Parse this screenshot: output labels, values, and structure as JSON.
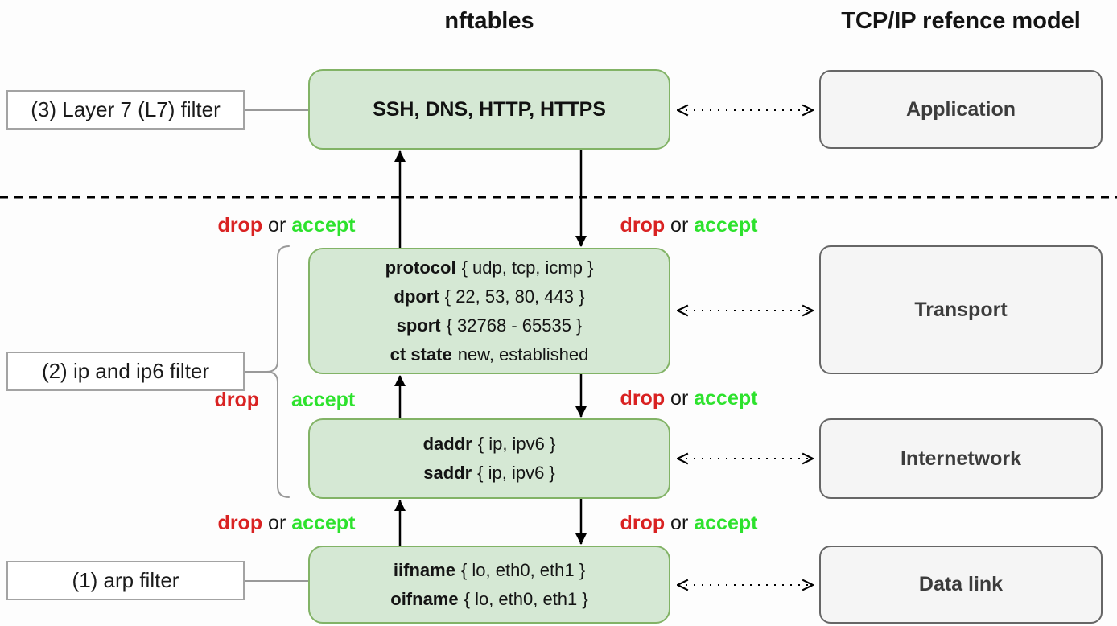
{
  "header": {
    "nftables_title": "nftables",
    "tcpip_title": "TCP/IP refence model"
  },
  "left_labels": {
    "l7_filter": "(3) Layer 7 (L7) filter",
    "ip_filter": "(2) ip and ip6 filter",
    "arp_filter": "(1) arp filter"
  },
  "nftables_column": {
    "application_filter": {
      "text": "SSH, DNS, HTTP, HTTPS"
    },
    "transport_filter": {
      "lines": [
        {
          "k": "protocol",
          "v": "{ udp, tcp, icmp }"
        },
        {
          "k": "dport",
          "v": "{ 22, 53, 80, 443 }"
        },
        {
          "k": "sport",
          "v": "{ 32768 - 65535 }"
        },
        {
          "k": "ct state",
          "v": "new, established"
        }
      ]
    },
    "internetwork_filter": {
      "lines": [
        {
          "k": "daddr",
          "v": "{ ip, ipv6 }"
        },
        {
          "k": "saddr",
          "v": "{ ip, ipv6 }"
        }
      ]
    },
    "datalink_filter": {
      "lines": [
        {
          "k": "iifname",
          "v": "{ lo, eth0, eth1 }"
        },
        {
          "k": "oifname",
          "v": "{ lo, eth0, eth1 }"
        }
      ]
    }
  },
  "tcpip_column": {
    "application": "Application",
    "transport": "Transport",
    "internetwork": "Internetwork",
    "datalink": "Data link"
  },
  "decision_words": {
    "drop": "drop",
    "or": "or",
    "accept": "accept"
  },
  "colors": {
    "drop_red": "#d92222",
    "accept_green": "#2de22d",
    "nft_box_fill": "#d5e8d4",
    "nft_box_border": "#82b366",
    "tcp_box_fill": "#f5f5f5",
    "tcp_box_border": "#666666"
  }
}
